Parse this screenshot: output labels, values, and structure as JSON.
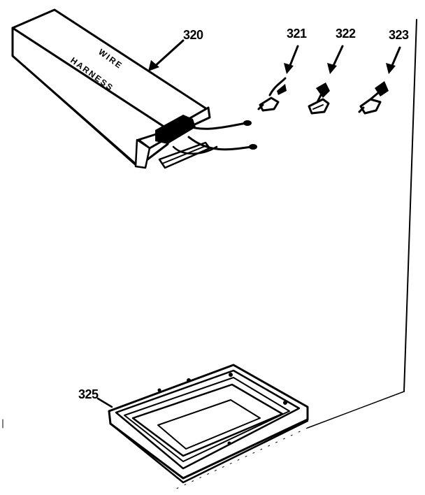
{
  "diagram": {
    "parts": [
      {
        "number": "320",
        "printed_text": [
          "WIRE",
          "HARNESS"
        ]
      },
      {
        "number": "321"
      },
      {
        "number": "322"
      },
      {
        "number": "323"
      },
      {
        "number": "325"
      }
    ]
  }
}
